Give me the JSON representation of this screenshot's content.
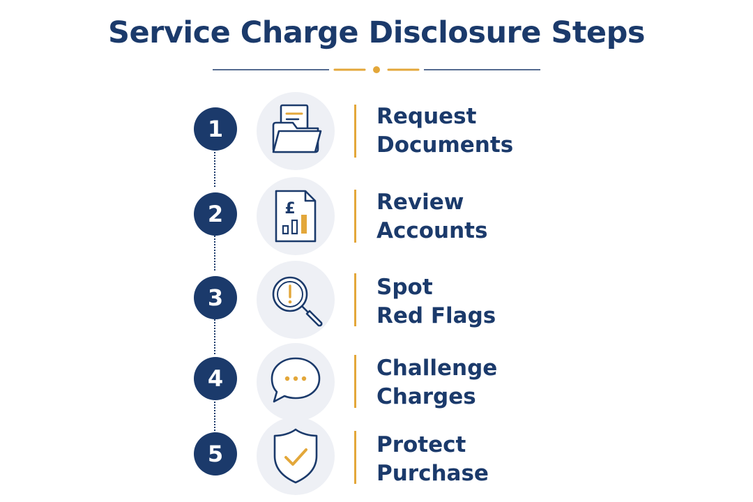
{
  "title": "Service Charge Disclosure Steps",
  "colors": {
    "navy": "#1b3a6b",
    "gold": "#e3a73a",
    "icon_background": "#eef0f5"
  },
  "steps": [
    {
      "number": "1",
      "icon": "folder-document-icon",
      "line1": "Request",
      "line2": "Documents"
    },
    {
      "number": "2",
      "icon": "pound-report-chart-icon",
      "line1": "Review",
      "line2": "Accounts"
    },
    {
      "number": "3",
      "icon": "magnifier-alert-icon",
      "line1": "Spot",
      "line2": "Red Flags"
    },
    {
      "number": "4",
      "icon": "speech-bubble-icon",
      "line1": "Challenge",
      "line2": "Charges"
    },
    {
      "number": "5",
      "icon": "shield-check-icon",
      "line1": "Protect",
      "line2": "Purchase"
    }
  ]
}
